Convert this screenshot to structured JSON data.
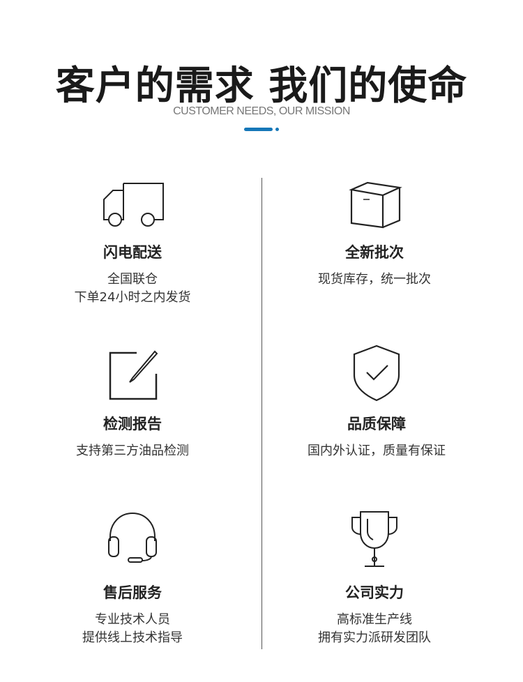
{
  "header": {
    "title": "客户的需求 我们的使命",
    "subtitle": "CUSTOMER NEEDS, OUR MISSION",
    "accent": "#1677b8"
  },
  "features": [
    {
      "icon": "truck-icon",
      "title": "闪电配送",
      "lines": [
        "全国联仓",
        "下单24小时之内发货"
      ]
    },
    {
      "icon": "box-icon",
      "title": "全新批次",
      "lines": [
        "现货库存，统一批次"
      ]
    },
    {
      "icon": "edit-icon",
      "title": "检测报告",
      "lines": [
        "支持第三方油品检测"
      ]
    },
    {
      "icon": "shield-check-icon",
      "title": "品质保障",
      "lines": [
        "国内外认证，质量有保证"
      ]
    },
    {
      "icon": "headset-icon",
      "title": "售后服务",
      "lines": [
        "专业技术人员",
        "提供线上技术指导"
      ]
    },
    {
      "icon": "trophy-icon",
      "title": "公司实力",
      "lines": [
        "高标准生产线",
        "拥有实力派研发团队"
      ]
    }
  ]
}
